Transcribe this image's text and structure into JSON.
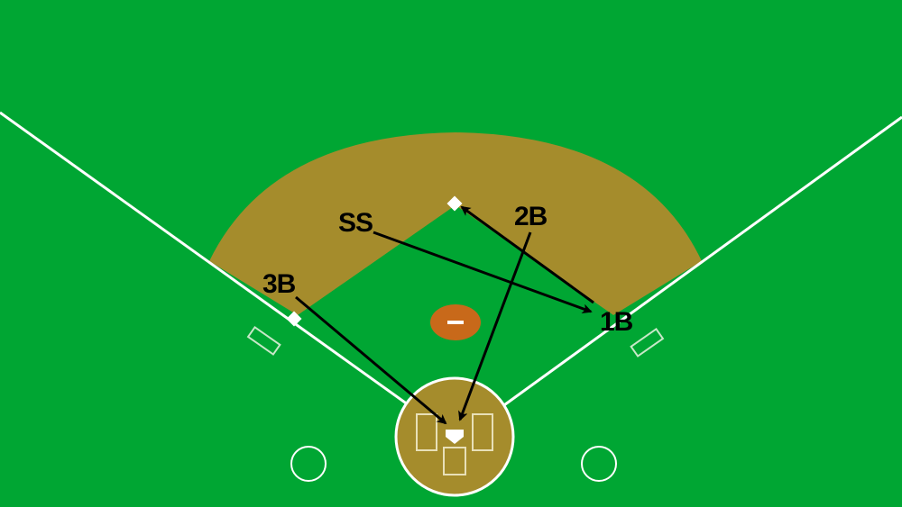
{
  "diagram": {
    "colors": {
      "grass": "#00a633",
      "dirt": "#a58c2c",
      "mound": "#c8691a",
      "lines": "#ffffff",
      "arrows": "#000000"
    },
    "positions": {
      "ss": "SS",
      "second_base": "2B",
      "third_base": "3B",
      "first_base": "1B"
    }
  }
}
